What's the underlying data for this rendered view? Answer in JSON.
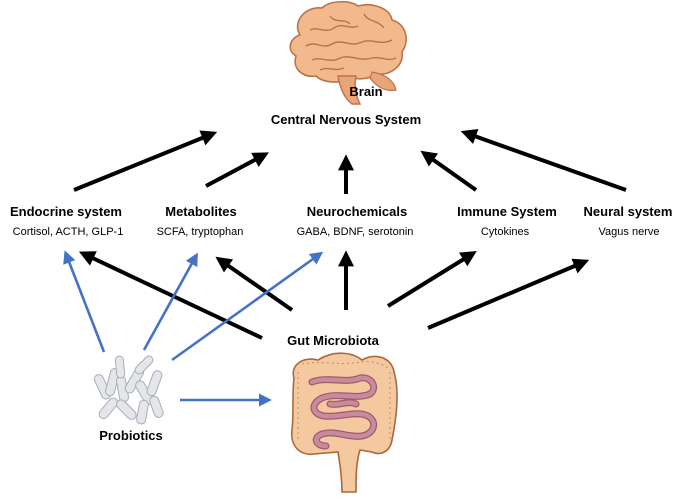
{
  "diagram": {
    "brain_label": "Brain",
    "cns_label": "Central Nervous System",
    "gut_label": "Gut Microbiota",
    "probiotics_label": "Probiotics",
    "nodes": [
      {
        "key": "endocrine",
        "title": "Endocrine system",
        "subtitle": "Cortisol, ACTH, GLP-1"
      },
      {
        "key": "metabolites",
        "title": "Metabolites",
        "subtitle": "SCFA, tryptophan"
      },
      {
        "key": "neurochemicals",
        "title": "Neurochemicals",
        "subtitle": "GABA, BDNF, serotonin"
      },
      {
        "key": "immune",
        "title": "Immune System",
        "subtitle": "Cytokines"
      },
      {
        "key": "neural",
        "title": "Neural system",
        "subtitle": "Vagus nerve"
      }
    ],
    "colors": {
      "black_arrow": "#000000",
      "blue_arrow": "#4472c4",
      "brain_fill": "#f2b98c",
      "brain_stroke": "#b9744a",
      "gut_outer": "#f4c9a0",
      "gut_inner": "#c98a9c",
      "pill": "#e4e6ea"
    },
    "icons": [
      "brain-icon",
      "gut-icon",
      "probiotic-pills-icon"
    ]
  }
}
